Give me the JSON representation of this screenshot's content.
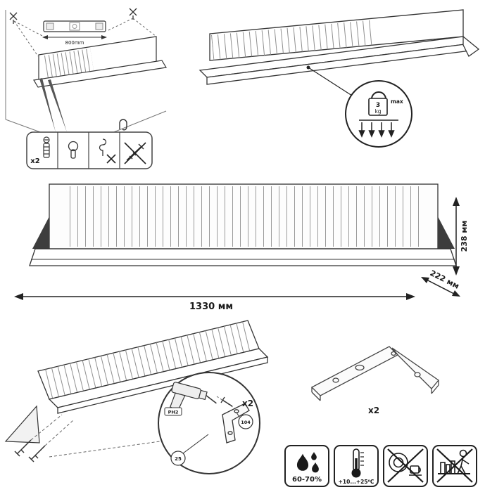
{
  "mounting": {
    "level_dimension": "800mm",
    "fastener_count": "x2"
  },
  "load_limit": {
    "value": "3",
    "unit": "kg",
    "qualifier": "max"
  },
  "dimensions": {
    "width": "1330 мм",
    "height": "238 мм",
    "depth": "222 мм"
  },
  "assembly": {
    "screw_count": "x2",
    "bit_label": "PH2",
    "callout_large": "104",
    "callout_small": "25"
  },
  "brackets": {
    "count": "x2"
  },
  "conditions": {
    "humidity": "60-70%",
    "temperature": "+10...+25⁰C"
  },
  "colors": {
    "line": "#333333",
    "dark_fill": "#3d3d3d",
    "background": "#ffffff"
  }
}
